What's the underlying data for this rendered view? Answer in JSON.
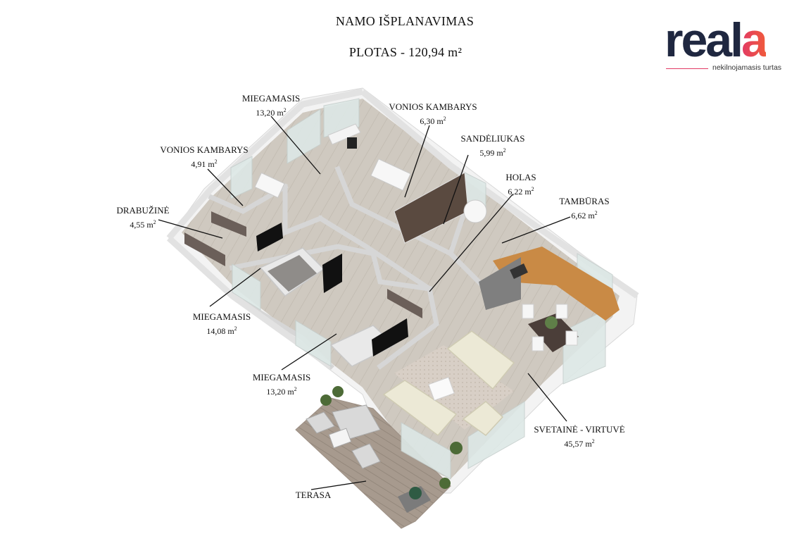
{
  "header": {
    "title": "NAMO IŠPLANAVIMAS",
    "area": "PLOTAS - 120,94 m²"
  },
  "logo": {
    "word_main": "real",
    "word_accent": "a",
    "tagline": "nekilnojamasis turtas",
    "colors": {
      "text": "#1f2740",
      "accent_start": "#e23a64",
      "accent_end": "#f05a3c"
    }
  },
  "rooms": [
    {
      "name": "MIEGAMASIS",
      "area": "13,20 m"
    },
    {
      "name": "VONIOS KAMBARYS",
      "area": "6,30 m"
    },
    {
      "name": "SANDĖLIUKAS",
      "area": "5,99 m"
    },
    {
      "name": "VONIOS KAMBARYS",
      "area": "4,91 m"
    },
    {
      "name": "HOLAS",
      "area": "6,22 m"
    },
    {
      "name": "TAMBŪRAS",
      "area": "6,62 m"
    },
    {
      "name": "DRABUŽINĖ",
      "area": "4,55 m"
    },
    {
      "name": "MIEGAMASIS",
      "area": "14,08 m"
    },
    {
      "name": "MIEGAMASIS",
      "area": "13,20 m"
    },
    {
      "name": "SVETAINĖ - VIRTUVĖ",
      "area": "45,57 m"
    },
    {
      "name": "TERASA",
      "area": ""
    }
  ],
  "unit_sup": "2"
}
